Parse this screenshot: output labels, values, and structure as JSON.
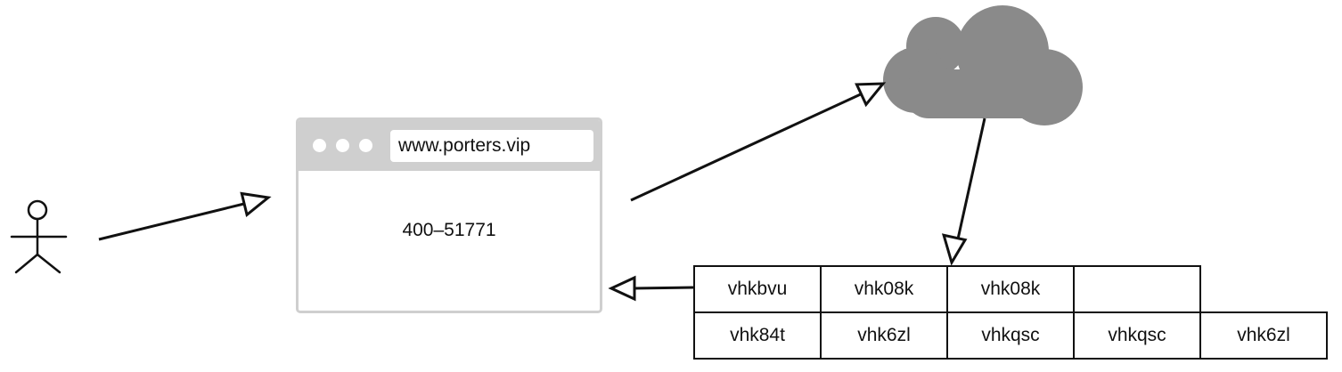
{
  "browser": {
    "url": "www.porters.vip",
    "content": "400–51771"
  },
  "table": {
    "rows": [
      [
        "vhkbvu",
        "vhk08k",
        "vhk08k",
        ""
      ],
      [
        "vhk84t",
        "vhk6zl",
        "vhkqsc",
        "vhkqsc",
        "vhk6zl"
      ]
    ]
  },
  "colors": {
    "cloud": "#8a8a8a",
    "browser_frame": "#cfcfcf",
    "ink": "#111111"
  },
  "icons": [
    "user-stick-figure-icon",
    "cloud-icon"
  ]
}
